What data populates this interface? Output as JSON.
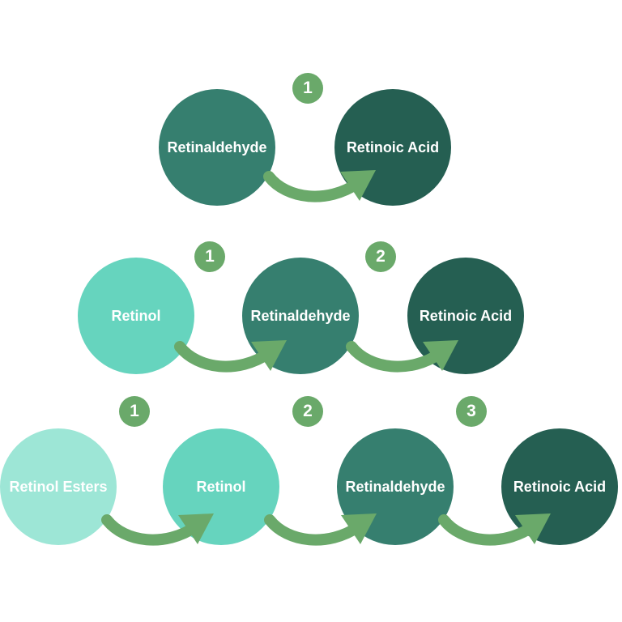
{
  "colors": {
    "retinol_esters": "#9de6d6",
    "retinol": "#66d4be",
    "retinaldehyde": "#367f6f",
    "retinoic_acid": "#255f52",
    "arrow": "#6aa96a",
    "step_badge": "#6aa96a"
  },
  "rows": [
    {
      "nodes": [
        "Retinaldehyde",
        "Retinoic Acid"
      ],
      "steps": [
        "1"
      ]
    },
    {
      "nodes": [
        "Retinol",
        "Retinaldehyde",
        "Retinoic Acid"
      ],
      "steps": [
        "1",
        "2"
      ]
    },
    {
      "nodes": [
        "Retinol Esters",
        "Retinol",
        "Retinaldehyde",
        "Retinoic Acid"
      ],
      "steps": [
        "1",
        "2",
        "3"
      ]
    }
  ],
  "icons": {
    "arrow": "curved-arrow-icon"
  }
}
